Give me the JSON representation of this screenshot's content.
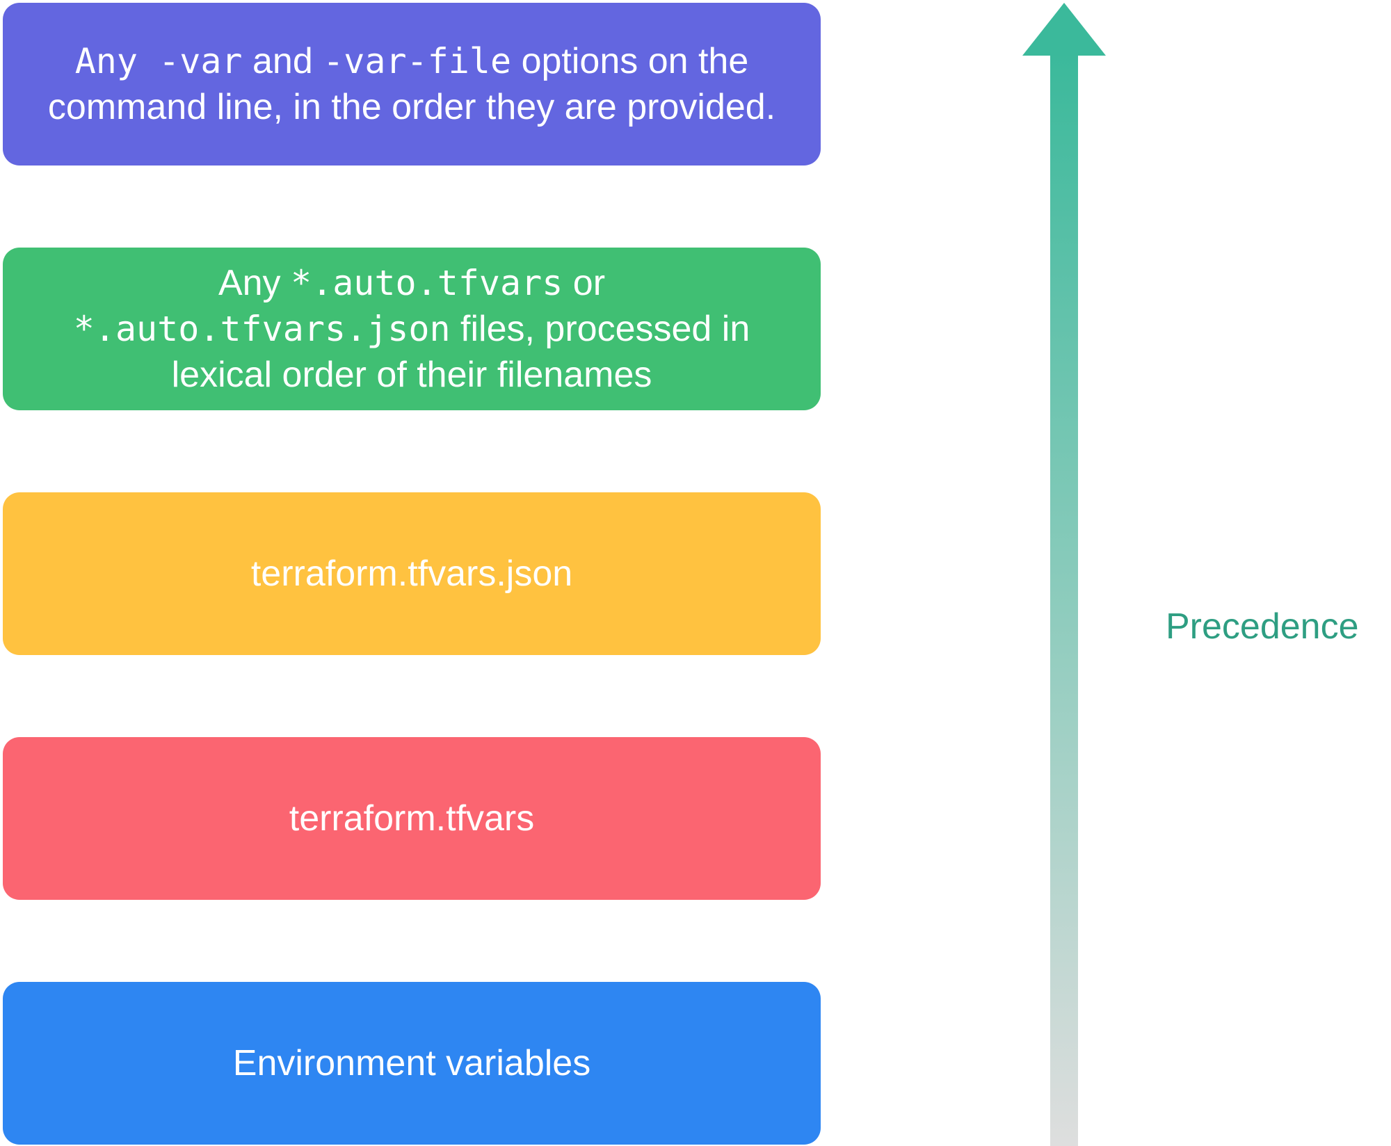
{
  "diagram": {
    "arrow": {
      "label": "Precedence",
      "color_top": "#3bb99b",
      "color_bottom": "#dedede",
      "label_color": "#2e9e82"
    },
    "levels": [
      {
        "color": "#6366e0",
        "lines": [
          [
            {
              "t": "Any ",
              "code": true
            },
            {
              "t": "-var",
              "code": true
            },
            {
              "t": " and ",
              "code": false
            },
            {
              "t": "-var-file",
              "code": true
            },
            {
              "t": " options on the",
              "code": false
            }
          ],
          [
            {
              "t": "command line, in the order they are provided.",
              "code": false
            }
          ]
        ]
      },
      {
        "color": "#40bf73",
        "lines": [
          [
            {
              "t": "Any ",
              "code": false
            },
            {
              "t": "*.auto.tfvars",
              "code": true
            },
            {
              "t": " or",
              "code": false
            }
          ],
          [
            {
              "t": "*.auto.tfvars.json",
              "code": true
            },
            {
              "t": " files, processed in",
              "code": false
            }
          ],
          [
            {
              "t": "lexical order of their filenames",
              "code": false
            }
          ]
        ]
      },
      {
        "color": "#ffc240",
        "lines": [
          [
            {
              "t": "terraform.tfvars.json",
              "code": false
            }
          ]
        ]
      },
      {
        "color": "#fb6571",
        "lines": [
          [
            {
              "t": "terraform.tfvars",
              "code": false
            }
          ]
        ]
      },
      {
        "color": "#2e86f2",
        "lines": [
          [
            {
              "t": "Environment variables",
              "code": false
            }
          ]
        ]
      }
    ]
  }
}
